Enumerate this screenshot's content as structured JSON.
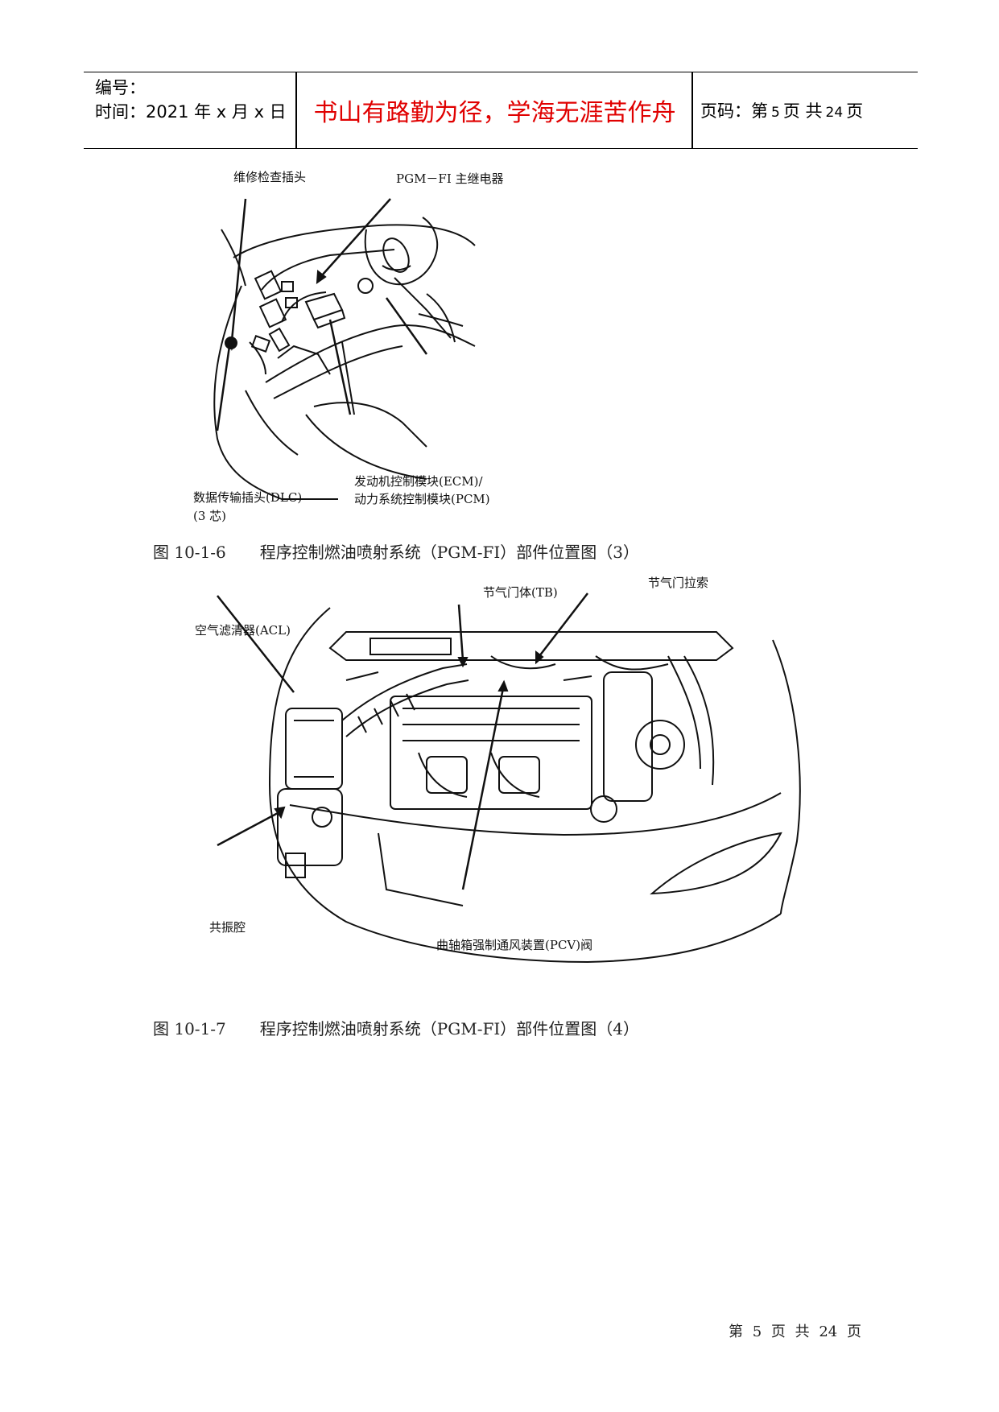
{
  "header": {
    "number_label": "编号：",
    "time_label": "时间：2021 年 x 月 x 日",
    "motto": "书山有路勤为径，学海无涯苦作舟",
    "page_prefix": "页码：第",
    "page_current": "5",
    "page_mid": "页  共",
    "page_total": "24",
    "page_suffix": "页"
  },
  "figure1": {
    "label_service_connector": "维修检查插头",
    "label_main_relay": "PGM－FI 主继电器",
    "label_dlc_line1": "数据传输插头(DLC)",
    "label_dlc_line2": "(3 芯)",
    "label_ecm_line1": "发动机控制模块(ECM)/",
    "label_ecm_line2": "动力系统控制模块(PCM)",
    "caption_number": "图 10-1-6",
    "caption_text": "程序控制燃油喷射系统（PGM-FI）部件位置图（3）"
  },
  "figure2": {
    "label_throttle_body": "节气门体(TB)",
    "label_throttle_cable": "节气门拉索",
    "label_air_cleaner": "空气滤清器(ACL)",
    "label_resonator": "共振腔",
    "label_pcv": "曲轴箱强制通风装置(PCV)阀",
    "caption_number": "图 10-1-7",
    "caption_text": "程序控制燃油喷射系统（PGM-FI）部件位置图（4）"
  },
  "footer": {
    "text": "第 5 页 共 24 页"
  }
}
